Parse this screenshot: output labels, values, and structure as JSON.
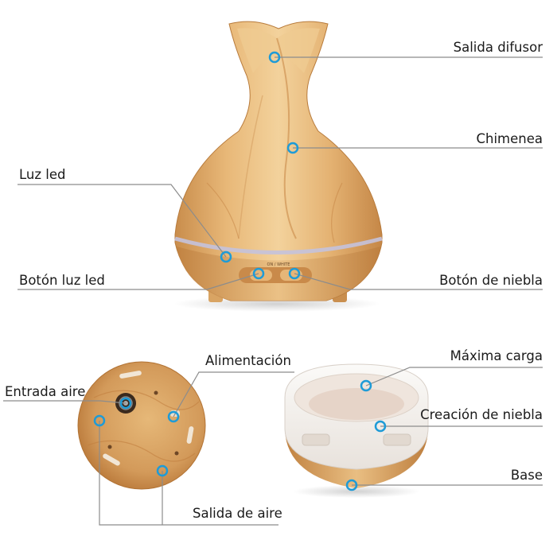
{
  "labels": {
    "salida_difusor": "Salida difusor",
    "chimenea": "Chimenea",
    "luz_led": "Luz led",
    "boton_luz_led": "Botón luz led",
    "boton_niebla": "Botón de niebla",
    "entrada_aire": "Entrada aire",
    "alimentacion": "Alimentación",
    "salida_aire": "Salida de aire",
    "maxima_carga": "Máxima carga",
    "creacion_niebla": "Creación de niebla",
    "base": "Base"
  },
  "device_text": {
    "button_marking": "ON / WHITE"
  },
  "colors": {
    "marker_ring": "#1e9bd7",
    "leader_line": "#8c8c8c",
    "wood_light": "#f0c98c",
    "wood_mid": "#d9a260",
    "wood_dark": "#b9773a",
    "led_band": "#b8b6d6",
    "tray_white": "#f4f1ee"
  }
}
